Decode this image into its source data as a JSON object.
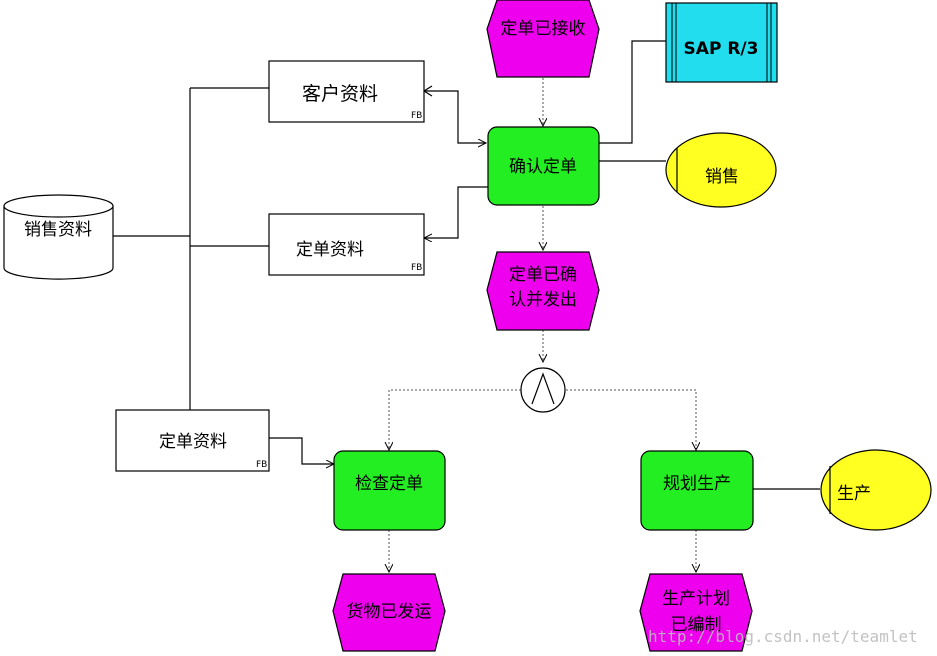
{
  "nodes": {
    "db_sales": "销售资料",
    "data_customer": "客户资料",
    "data_order_1": "定单资料",
    "data_order_2": "定单资料",
    "event_received": "定单已接收",
    "func_confirm": "确认定单",
    "system_sap": "SAP R/3",
    "org_sales": "销售",
    "event_confirmed_line1": "定单已确",
    "event_confirmed_line2": "认并发出",
    "func_check": "检查定单",
    "func_plan": "规划生产",
    "org_production": "生产",
    "event_shipped": "货物已发运",
    "event_planned_line1": "生产计划",
    "event_planned_line2": "已编制",
    "fb_marker": "FB"
  },
  "watermark": "http://blog.csdn.net/teamlet",
  "colors": {
    "function": "#22ee22",
    "event": "#ee00ee",
    "system": "#22ddee",
    "org": "#ffff22",
    "line": "#000000"
  }
}
